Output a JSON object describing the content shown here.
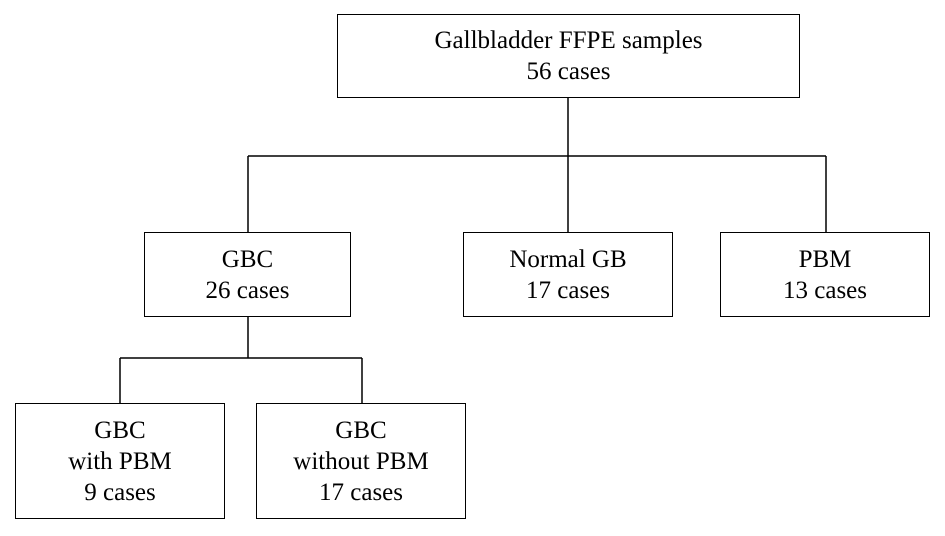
{
  "diagram": {
    "root": {
      "lines": [
        "Gallbladder FFPE samples",
        "56 cases"
      ]
    },
    "gbc": {
      "lines": [
        "GBC",
        "26 cases"
      ]
    },
    "normal_gb": {
      "lines": [
        "Normal GB",
        "17 cases"
      ]
    },
    "pbm": {
      "lines": [
        "PBM",
        "13 cases"
      ]
    },
    "gbc_with_pbm": {
      "lines": [
        "GBC",
        "with PBM",
        "9 cases"
      ]
    },
    "gbc_without_pbm": {
      "lines": [
        "GBC",
        "without PBM",
        "17 cases"
      ]
    },
    "colors": {
      "line": "#000000",
      "box_border": "#000000",
      "box_fill": "#ffffff",
      "text": "#000000"
    }
  }
}
